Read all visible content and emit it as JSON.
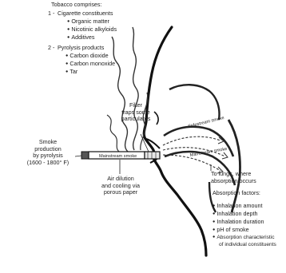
{
  "tobacco": {
    "title": "Tobacco comprises:",
    "group1": {
      "number": "1 -",
      "label": "Cigarette constituents",
      "items": [
        "Organic matter",
        "Nicotinic alkyloids",
        "Additives"
      ]
    },
    "group2": {
      "number": "2 -",
      "label": "Pyrolysis products",
      "items": [
        "Carbon dioxide",
        "Carbon monoxide",
        "Tar"
      ]
    }
  },
  "filter_note": {
    "line1": "Filter",
    "line2": "traps some",
    "line3": "particulates"
  },
  "smoke_note": {
    "line1": "Smoke",
    "line2": "production",
    "line3": "by pyrolysis",
    "line4": "(1600 - 1800° F)"
  },
  "air_note": {
    "line1": "Air dilution",
    "line2": "and cooling via",
    "line3": "porous paper"
  },
  "stream_labels": {
    "sidestream": "Sidestream smoke",
    "mainstream_cigarette": "Mainstream smoke",
    "mainstream_mouth": "Mainstream smoke"
  },
  "lungs_note": {
    "line1": "To lungs, where",
    "line2": "absorption occurs"
  },
  "absorption": {
    "title": "Absorption factors:",
    "items": [
      "Inhalation amount",
      "Inhalation depth",
      "Inhalation duration",
      "pH of smoke",
      "Absorption characteristic",
      "of individual constituents"
    ]
  },
  "colors": {
    "ink": "#1e1e1e",
    "background": "#ffffff"
  }
}
